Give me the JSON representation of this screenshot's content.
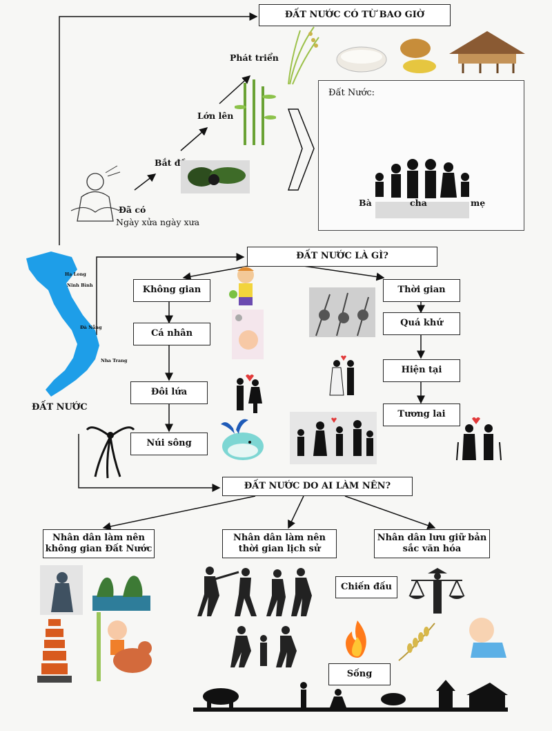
{
  "section1": {
    "title": "ĐẤT NƯỚC CÓ TỪ BAO GIỜ",
    "stages": {
      "developed": "Phát triển",
      "grew": "Lớn lên",
      "began": "Bắt đầu",
      "existed": "Đã có",
      "long_ago": "Ngày xửa ngày xưa"
    },
    "country_box_title": "Đất Nước:",
    "family": {
      "grandma": "Bà",
      "father": "cha",
      "mother": "mẹ"
    }
  },
  "map_label": "ĐẤT NƯỚC",
  "map_places": [
    "Hạ Long",
    "Ninh Bình",
    "Đà Nẵng",
    "Nha Trang"
  ],
  "section2": {
    "title": "ĐẤT NƯỚC LÀ GÌ?",
    "space_chain": [
      "Không gian",
      "Cá nhân",
      "Đôi lứa",
      "Núi sông"
    ],
    "time_chain": [
      "Thời gian",
      "Quá khứ",
      "Hiện tại",
      "Tương lai"
    ]
  },
  "section3": {
    "title": "ĐẤT NƯỚC DO AI LÀM NÊN?",
    "branches": [
      "Nhân dân làm nên không gian Đất Nước",
      "Nhân dân làm nên thời gian lịch sử",
      "Nhân dân lưu giữ bản sắc văn hóa"
    ],
    "fight": "Chiến đấu",
    "live": "Sống"
  },
  "colors": {
    "vietnam_map": "#1e9ee8",
    "fire": "#ff7a1a",
    "heart": "#e23a3a"
  }
}
